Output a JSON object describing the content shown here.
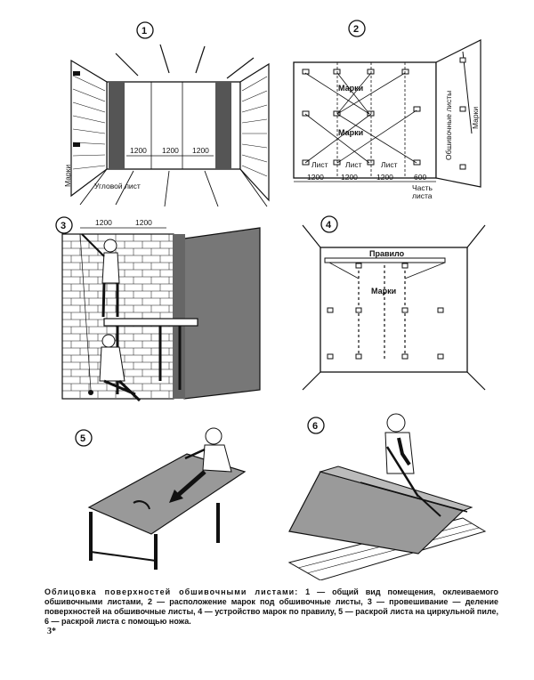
{
  "figures": [
    {
      "number": "1",
      "labels": {
        "dim1": "1200",
        "dim2": "1200",
        "dim3": "1200",
        "marks": "Марки",
        "corner": "Угловой лист"
      }
    },
    {
      "number": "2",
      "labels": {
        "marks1": "Марки",
        "marks2": "Марки",
        "sheet1": "Лист",
        "sheet2": "Лист",
        "sheet3": "Лист",
        "dim1": "1200",
        "dim2": "1200",
        "dim3": "1200",
        "dim4": "600",
        "part1": "Часть",
        "part2": "листа",
        "sidewall": "Обшивочные листы",
        "sidemarks": "Марки"
      }
    },
    {
      "number": "3",
      "labels": {
        "dim1": "1200",
        "dim2": "1200"
      }
    },
    {
      "number": "4",
      "labels": {
        "rule": "Правило",
        "marks": "Марки"
      }
    },
    {
      "number": "5",
      "labels": {}
    },
    {
      "number": "6",
      "labels": {}
    }
  ],
  "caption": {
    "title": "Облицовка поверхностей обшивочными листами:",
    "text": " 1 — общий вид помещения, оклеиваемого обшивочными листами, 2 — расположение марок под обшивочные листы, 3 — провешивание — деление поверхностей на обшивочные листы, 4 — устройство марок по правилу, 5 — раскрой листа на циркульной пиле, 6 — раскрой листа с помощью ножа."
  },
  "page_number": "3*"
}
